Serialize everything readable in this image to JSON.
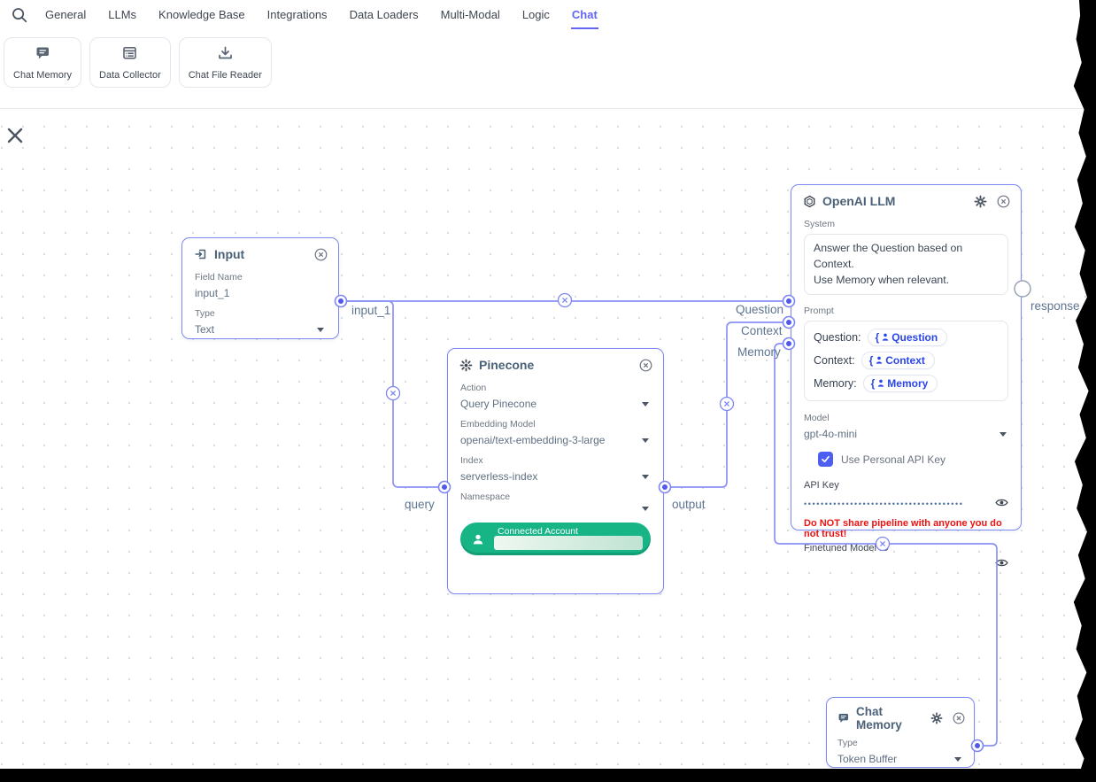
{
  "nav": {
    "tabs": [
      {
        "label": "General"
      },
      {
        "label": "LLMs"
      },
      {
        "label": "Knowledge Base"
      },
      {
        "label": "Integrations"
      },
      {
        "label": "Data Loaders"
      },
      {
        "label": "Multi-Modal"
      },
      {
        "label": "Logic"
      },
      {
        "label": "Chat"
      }
    ],
    "active_tab": "Chat"
  },
  "toolbar": {
    "cards": [
      {
        "label": "Chat Memory",
        "icon": "chat-bubble-icon"
      },
      {
        "label": "Data Collector",
        "icon": "table-list-icon"
      },
      {
        "label": "Chat File Reader",
        "icon": "download-tray-icon"
      }
    ]
  },
  "nodes": {
    "input": {
      "title": "Input",
      "field_name_label": "Field Name",
      "field_name_value": "input_1",
      "type_label": "Type",
      "type_value": "Text"
    },
    "pinecone": {
      "title": "Pinecone",
      "action_label": "Action",
      "action_value": "Query Pinecone",
      "embedding_label": "Embedding Model",
      "embedding_value": "openai/text-embedding-3-large",
      "index_label": "Index",
      "index_value": "serverless-index",
      "namespace_label": "Namespace",
      "namespace_value": "",
      "connected_account_label": "Connected Account"
    },
    "openai": {
      "title": "OpenAI LLM",
      "system_label": "System",
      "system_lines": [
        "Answer the Question based on Context.",
        "Use Memory when relevant."
      ],
      "prompt_label": "Prompt",
      "prompt_rows": [
        {
          "key": "Question:",
          "token": "Question"
        },
        {
          "key": "Context:",
          "token": "Context"
        },
        {
          "key": "Memory:",
          "token": "Memory"
        }
      ],
      "model_label": "Model",
      "model_value": "gpt-4o-mini",
      "use_personal_key_label": "Use Personal API Key",
      "use_personal_key_checked": true,
      "api_key_label": "API Key",
      "api_key_mask": "••••••••••••••••••••••••••••••••••••••",
      "warning": "Do NOT share pipeline with anyone you do not trust!",
      "finetuned_label": "Finetuned Model ID"
    },
    "chat_memory": {
      "title": "Chat Memory",
      "type_label": "Type",
      "type_value": "Token Buffer"
    }
  },
  "edges": {
    "input_label": "input_1",
    "query_label": "query",
    "output_label": "output",
    "question_label": "Question",
    "context_label": "Context",
    "memory_label": "Memory",
    "response_label": "response"
  },
  "colors": {
    "accent": "#6366f1",
    "edge": "#8a93f4",
    "port": "#5159e8",
    "node_border": "#7d88f2",
    "connected_green": "#17b486",
    "warning_red": "#ee1111"
  }
}
